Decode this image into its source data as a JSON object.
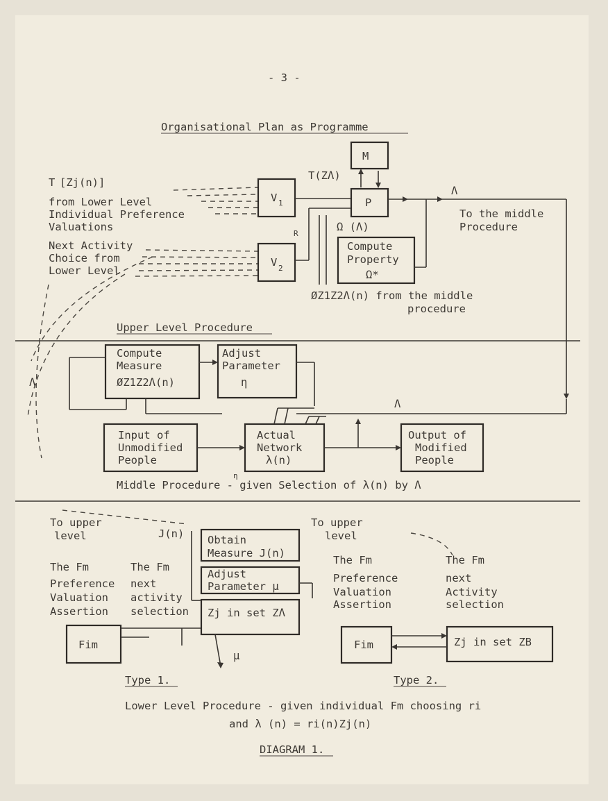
{
  "page_number": "- 3 -",
  "title": "Organisational Plan as Programme",
  "upper": {
    "lambda": "Λ",
    "input_pref": {
      "T": "T",
      "rest": "[Zj(n)]",
      "line1": "from Lower Level",
      "line2": "Individual Preference",
      "line3": "Valuations"
    },
    "input_next": {
      "line1": "Next Activity",
      "line2": "Choice from",
      "line3": "Lower Level"
    },
    "box_M": "M",
    "box_P": "P",
    "box_V1": "V",
    "box_V1_sub": "1",
    "box_V2": "V",
    "box_V2_sub": "2",
    "T_label": "T(ZΛ)",
    "omega_label": "Ω (Λ)",
    "compute_property": {
      "line1": "Compute",
      "line2": "Property",
      "line3": "Ω*"
    },
    "phi_label": "ØZ1Z2Λ(n) from the middle",
    "phi_label2": "procedure",
    "to_middle1": "To the middle",
    "to_middle2": "Procedure",
    "r_label": "R",
    "section_label": "Upper Level Procedure"
  },
  "middle": {
    "compute_measure": {
      "line1": "Compute",
      "line2": "Measure",
      "line3": "ØZ1Z2Λ(n)"
    },
    "adjust_parameter": {
      "line1": "Adjust",
      "line2": "Parameter",
      "line3": "η"
    },
    "input_box": {
      "line1": "Input of",
      "line2": "Unmodified",
      "line3": "People"
    },
    "network_box": {
      "line1": "Actual",
      "line2": "Network",
      "line3": "λ(n)"
    },
    "output_box": {
      "line1": "Output of",
      "line2": "Modified",
      "line3": "People"
    },
    "lambda_left": "Λ",
    "lambda_right": "Λ",
    "eta_small": "η",
    "section_label": "Middle Procedure - given Selection of λ(n) by Λ"
  },
  "lower": {
    "type1": {
      "to_upper1": "To upper",
      "to_upper2": "level",
      "pref1": "The Fm",
      "pref2": "Preference",
      "pref3": "Valuation",
      "pref4": "Assertion",
      "next1": "The Fm",
      "next2": "next",
      "next3": "activity",
      "next4": "selection",
      "J_label": "J(n)",
      "obtain1": "Obtain",
      "obtain2": "Measure J(n)",
      "adjust1": "Adjust",
      "adjust2": "Parameter μ",
      "zj_box": "Zj in set ZΛ",
      "fim": "Fim",
      "mu": "μ",
      "caption": "Type 1."
    },
    "type2": {
      "to_upper1": "To upper",
      "to_upper2": "level",
      "pref1": "The Fm",
      "pref2": "Preference",
      "pref3": "Valuation",
      "pref4": "Assertion",
      "next1": "The Fm",
      "next2": "next",
      "next3": "Activity",
      "next4": "selection",
      "fim": "Fim",
      "zj_box": "Zj in set ZB",
      "caption": "Type 2."
    },
    "footer1": "Lower Level Procedure - given individual Fm choosing ri",
    "footer2": "and λ (n) = ri(n)Zj(n)",
    "diagram_label": "DIAGRAM 1."
  }
}
